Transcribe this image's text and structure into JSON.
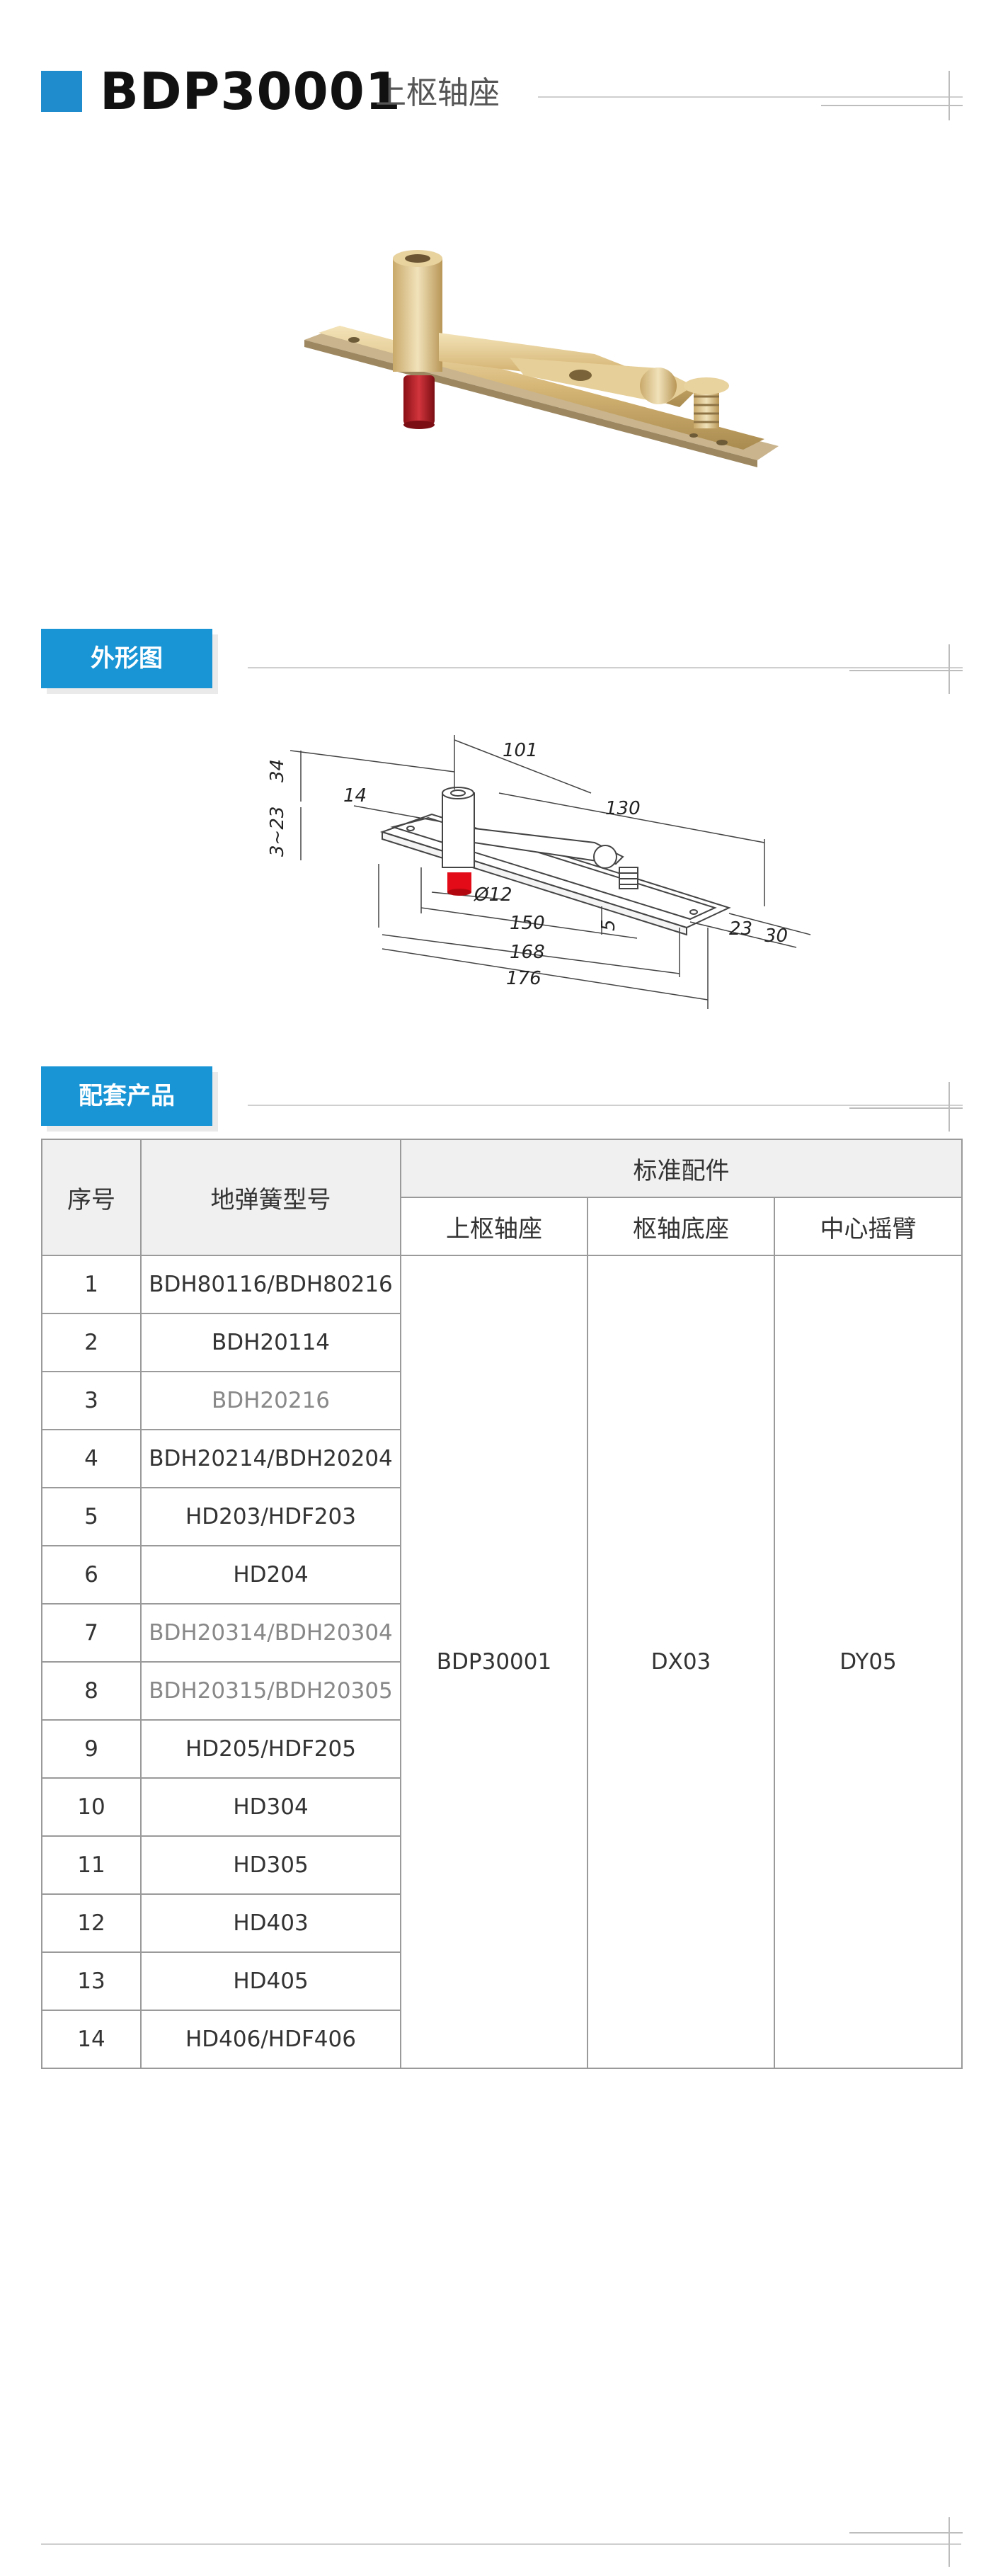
{
  "header": {
    "model": "BDP30001",
    "subtitle": "上枢轴座"
  },
  "sections": {
    "outline": "外形图",
    "accessories": "配套产品"
  },
  "dimensions": {
    "d101": "101",
    "d130": "130",
    "d34": "34",
    "d14": "14",
    "d3_23": "3~23",
    "d12": "Ø12",
    "d5": "5",
    "d150": "150",
    "d168": "168",
    "d176": "176",
    "d23": "23",
    "d30": "30"
  },
  "table": {
    "headers": {
      "index": "序号",
      "model": "地弹簧型号",
      "group": "标准配件",
      "col1": "上枢轴座",
      "col2": "枢轴底座",
      "col3": "中心摇臂"
    },
    "rows": [
      {
        "index": "1",
        "model": "BDH80116/BDH80216"
      },
      {
        "index": "2",
        "model": "BDH20114"
      },
      {
        "index": "3",
        "model": "BDH20216"
      },
      {
        "index": "4",
        "model": "BDH20214/BDH20204"
      },
      {
        "index": "5",
        "model": "HD203/HDF203"
      },
      {
        "index": "6",
        "model": "HD204"
      },
      {
        "index": "7",
        "model": "BDH20314/BDH20304"
      },
      {
        "index": "8",
        "model": "BDH20315/BDH20305"
      },
      {
        "index": "9",
        "model": "HD205/HDF205"
      },
      {
        "index": "10",
        "model": "HD304"
      },
      {
        "index": "11",
        "model": "HD305"
      },
      {
        "index": "12",
        "model": "HD403"
      },
      {
        "index": "13",
        "model": "HD405"
      },
      {
        "index": "14",
        "model": "HD406/HDF406"
      }
    ],
    "accessory_values": {
      "col1": "BDP30001",
      "col2": "DX03",
      "col3": "DY05"
    }
  },
  "colors": {
    "accent": "#1995d6",
    "header_square": "#1e8ccd",
    "metal_gold": "#d9b877",
    "cap_red": "#c0202a"
  }
}
